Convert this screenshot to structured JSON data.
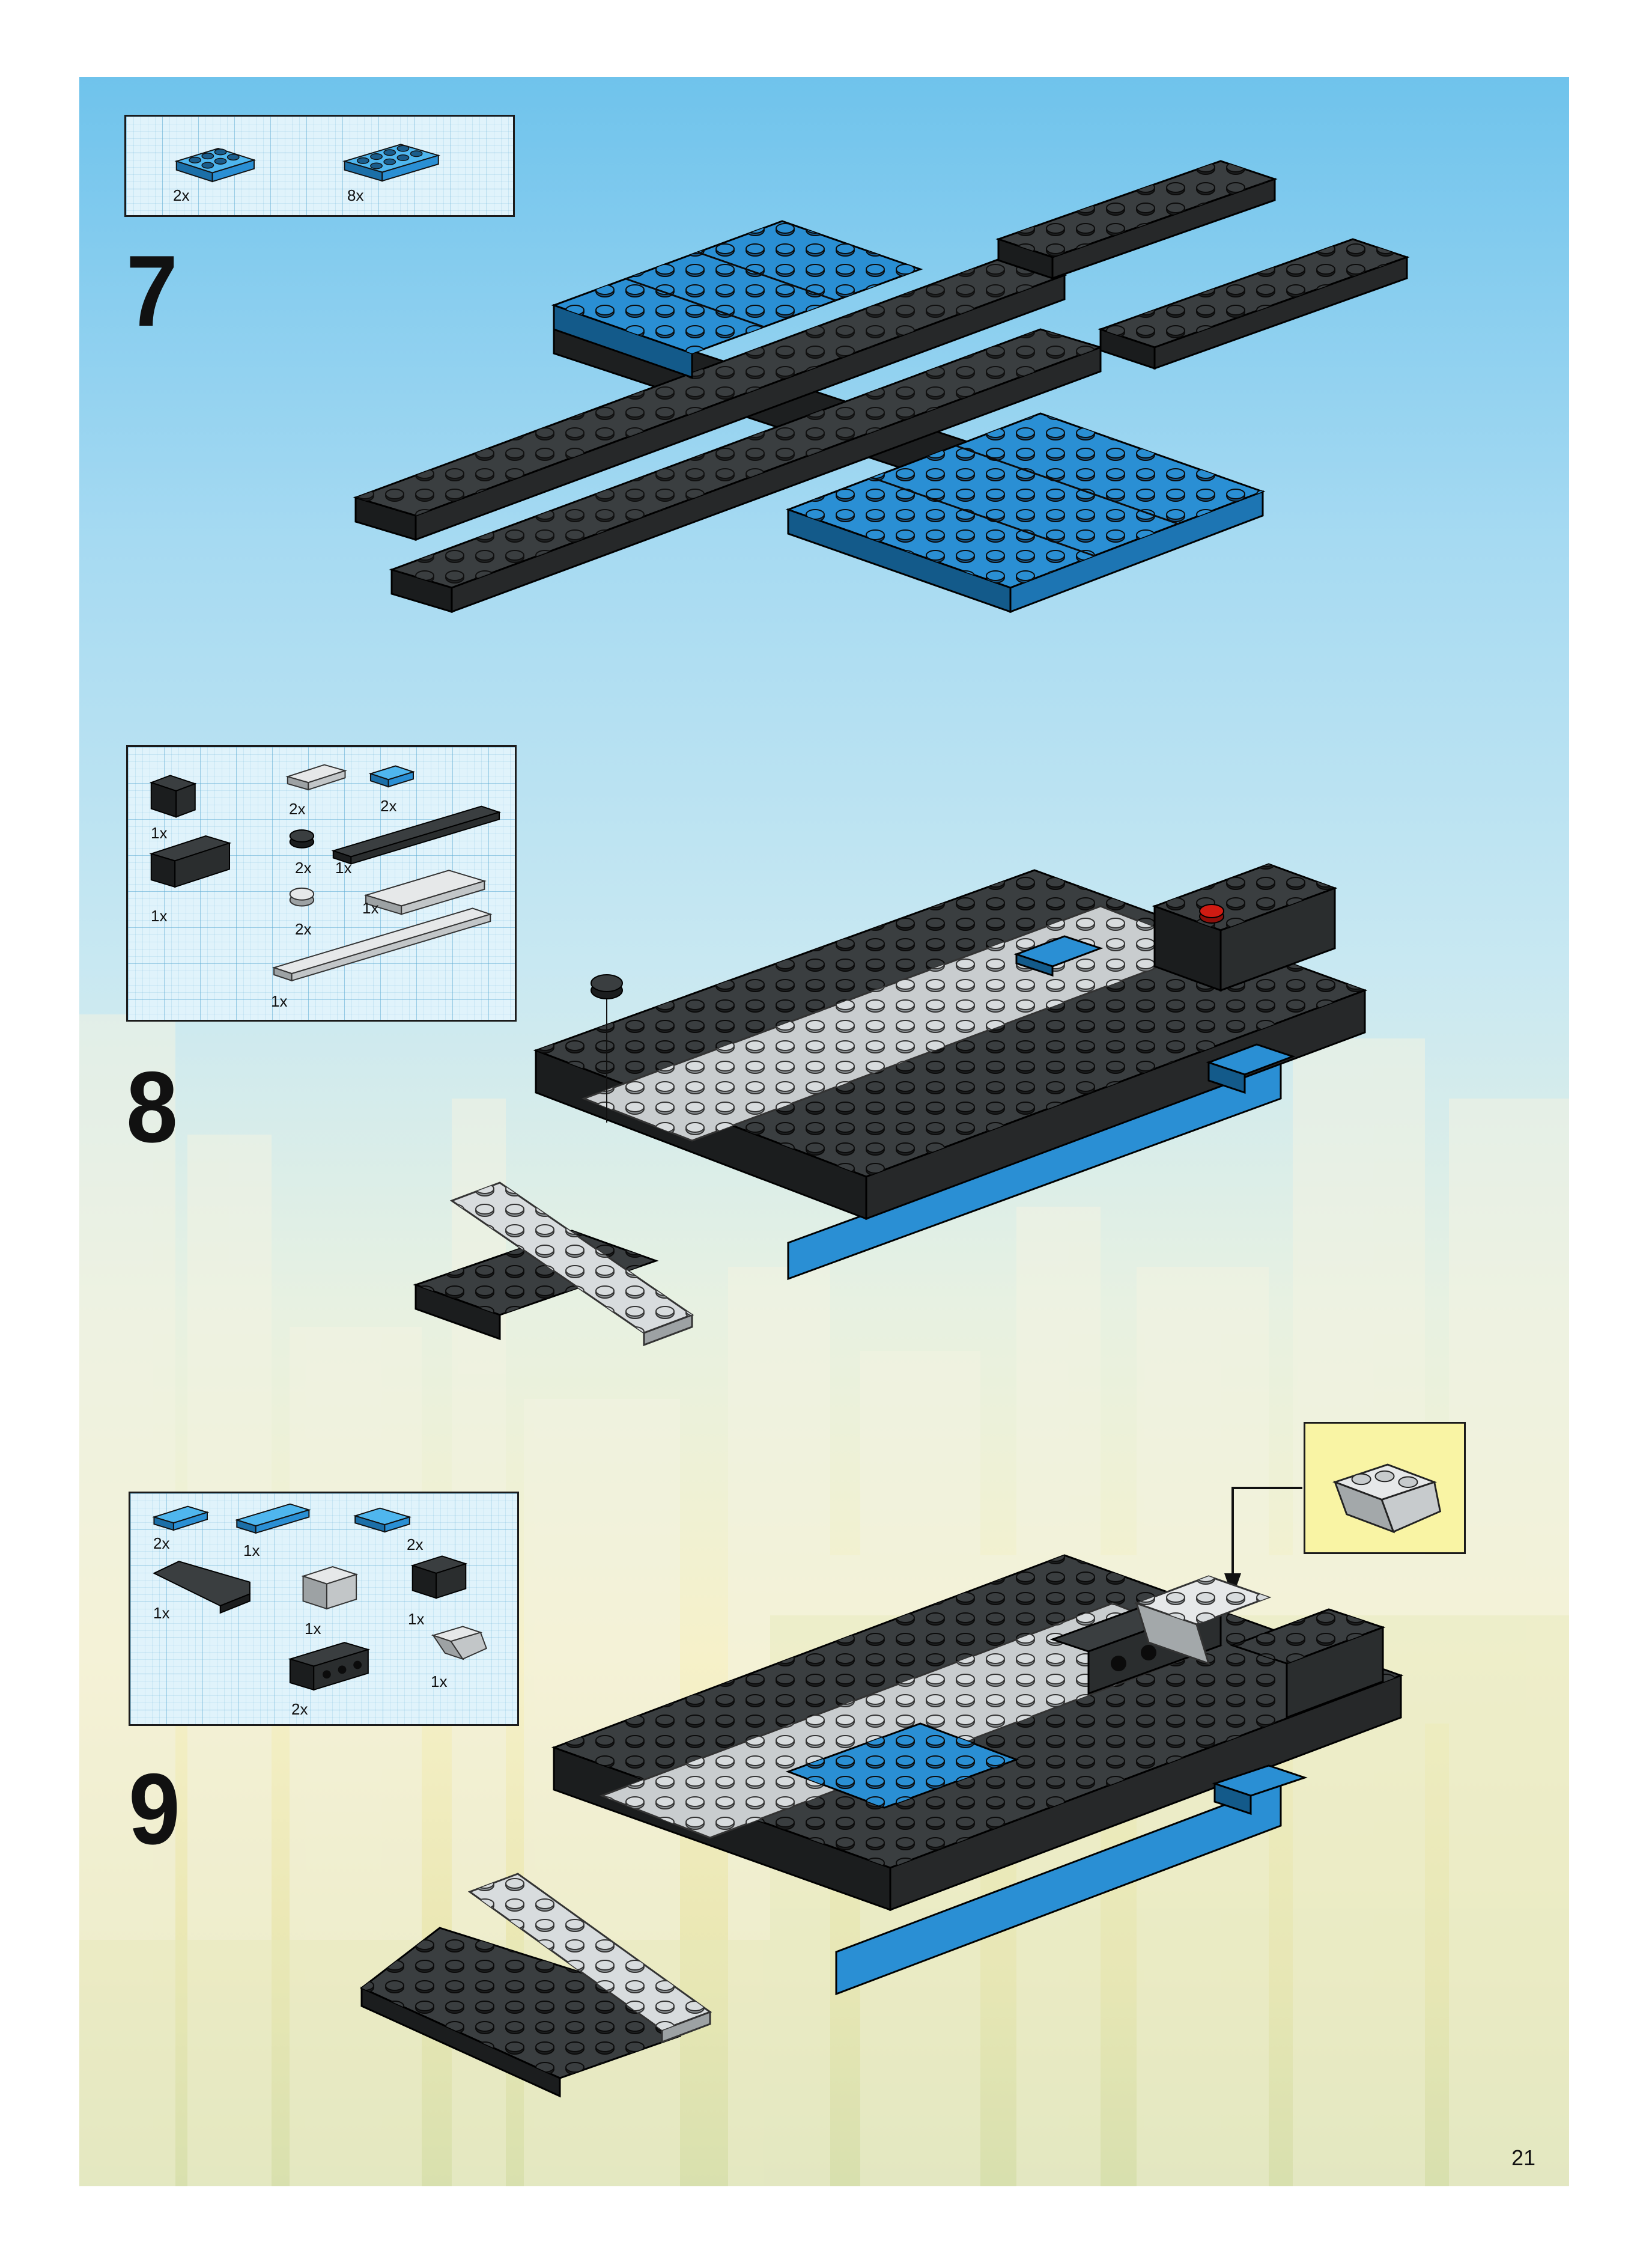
{
  "page_number": "21",
  "steps": [
    {
      "number": "7",
      "parts": [
        {
          "qty": "2x",
          "icon": "blue-plate-2x3-icon"
        },
        {
          "qty": "8x",
          "icon": "blue-plate-2x4-icon"
        }
      ]
    },
    {
      "number": "8",
      "parts": [
        {
          "qty": "1x",
          "icon": "black-brick-1x2-icon"
        },
        {
          "qty": "1x",
          "icon": "black-brick-1x4-icon"
        },
        {
          "qty": "2x",
          "icon": "gray-plate-1x3-icon"
        },
        {
          "qty": "2x",
          "icon": "blue-plate-1x2-icon"
        },
        {
          "qty": "2x",
          "icon": "black-round-plate-icon"
        },
        {
          "qty": "1x",
          "icon": "black-plate-1x8-icon"
        },
        {
          "qty": "2x",
          "icon": "gray-round-plate-icon"
        },
        {
          "qty": "1x",
          "icon": "gray-plate-2x4-icon"
        },
        {
          "qty": "1x",
          "icon": "gray-technic-plate-1x10-icon"
        }
      ]
    },
    {
      "number": "9",
      "parts": [
        {
          "qty": "2x",
          "icon": "blue-plate-1x3-icon"
        },
        {
          "qty": "1x",
          "icon": "blue-plate-1x4-icon"
        },
        {
          "qty": "2x",
          "icon": "blue-plate-2x2-corner-icon"
        },
        {
          "qty": "1x",
          "icon": "black-wing-plate-icon"
        },
        {
          "qty": "1x",
          "icon": "gray-brick-1x2-icon"
        },
        {
          "qty": "1x",
          "icon": "black-brick-1x2-icon"
        },
        {
          "qty": "2x",
          "icon": "black-technic-brick-1x4-icon"
        },
        {
          "qty": "1x",
          "icon": "gray-inverted-slope-icon"
        }
      ]
    }
  ],
  "callout": {
    "icon": "gray-inverted-slope-icon"
  },
  "colors": {
    "blue": "#2a8fd4",
    "black": "#2c2f30",
    "light_gray": "#c9cdcf",
    "red": "#d01b12",
    "callout_bg": "#f9f4a4"
  }
}
